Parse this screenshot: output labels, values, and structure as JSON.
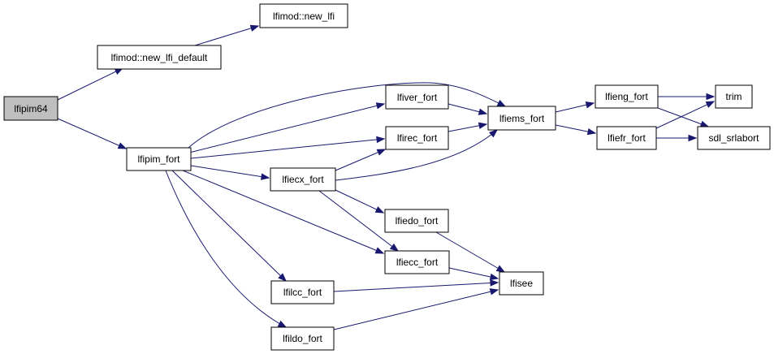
{
  "graph": {
    "nodes": {
      "lfipim64": "lfipim64",
      "new_lfi_default": "lfimod::new_lfi_default",
      "new_lfi": "lfimod::new_lfi",
      "lfipim_fort": "lfipim_fort",
      "lfiver_fort": "lfiver_fort",
      "lfiems_fort": "lfiems_fort",
      "lfieng_fort": "lfieng_fort",
      "trim": "trim",
      "lfiefr_fort": "lfiefr_fort",
      "sdl_srlabort": "sdl_srlabort",
      "lfirec_fort": "lfirec_fort",
      "lfiecx_fort": "lfiecx_fort",
      "lfiedo_fort": "lfiedo_fort",
      "lfiecc_fort": "lfiecc_fort",
      "lfisee": "lfisee",
      "lfilcc_fort": "lfilcc_fort",
      "lfildo_fort": "lfildo_fort"
    },
    "colors": {
      "edge": "#191970",
      "root_fill": "#bfbfbf",
      "node_fill": "#ffffff",
      "node_border": "#000000"
    }
  }
}
